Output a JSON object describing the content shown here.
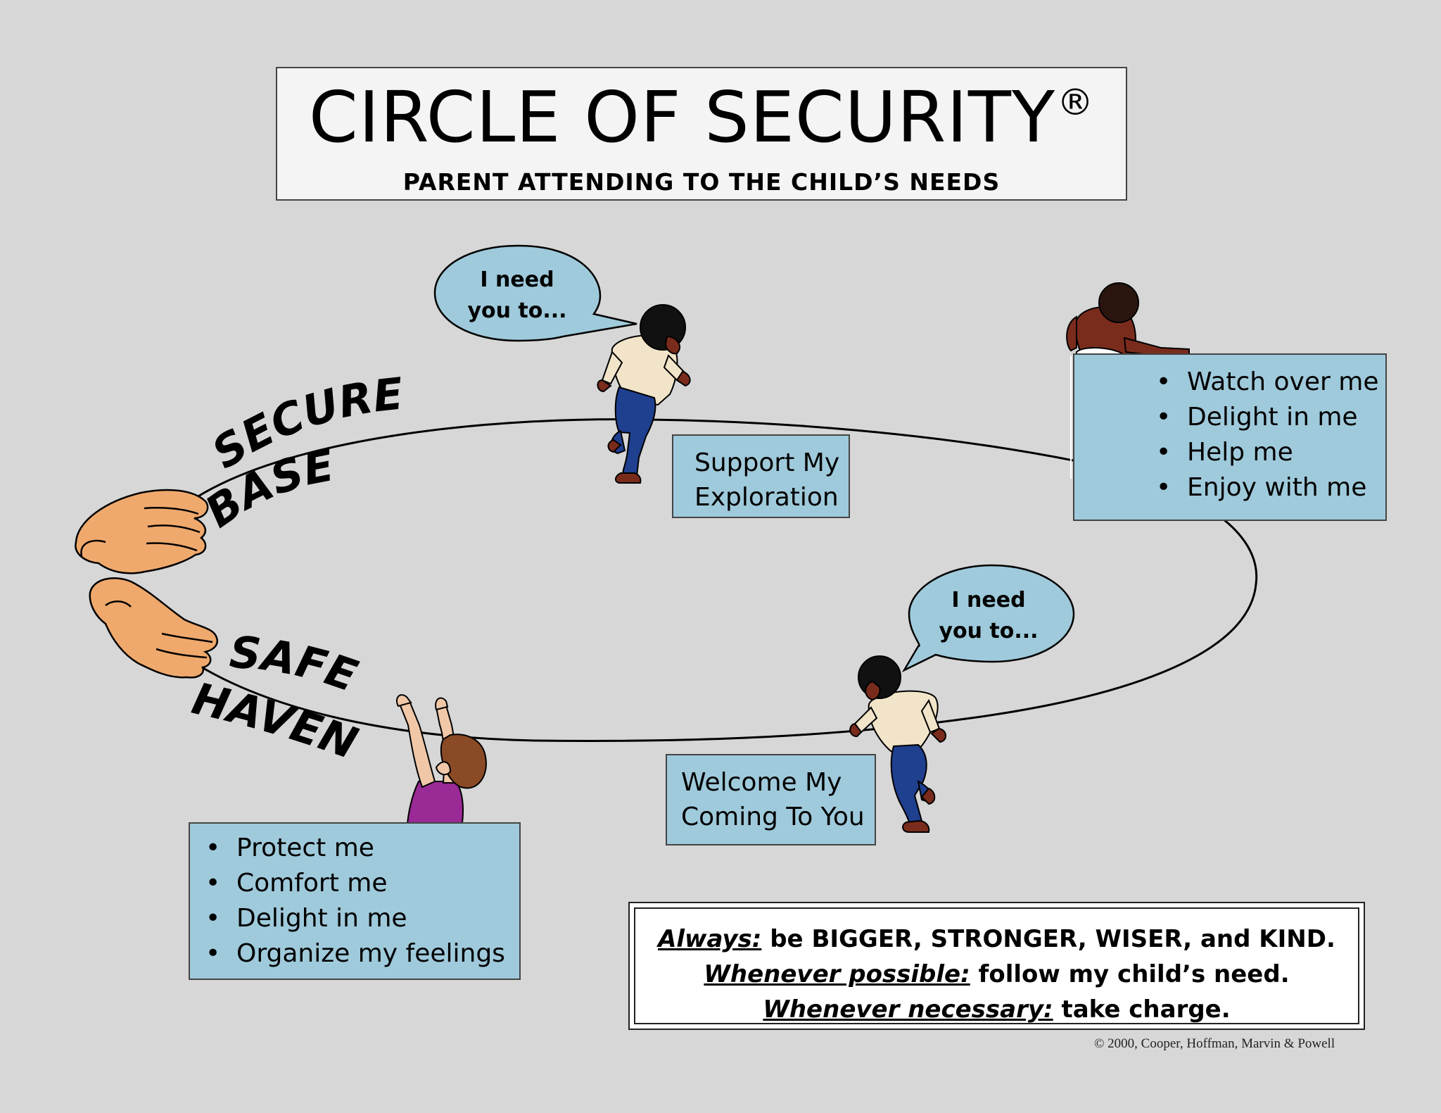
{
  "title": {
    "main": "CIRCLE OF SECURITY",
    "mark": "®",
    "subtitle": "PARENT ATTENDING TO THE CHILD’S NEEDS"
  },
  "labels": {
    "secure": "SECURE",
    "base": "BASE",
    "safe": "SAFE",
    "haven": "HAVEN"
  },
  "bubbles": {
    "top": {
      "line1": "I need",
      "line2": "you to..."
    },
    "bottom": {
      "line1": "I need",
      "line2": "you to..."
    }
  },
  "boxes": {
    "support": {
      "line1": "Support My",
      "line2": "Exploration"
    },
    "welcome": {
      "line1": "Welcome My",
      "line2": "Coming To You"
    },
    "watch_list": [
      "Watch over me",
      "Delight in me",
      "Help me",
      "Enjoy with me"
    ],
    "protect_list": [
      "Protect me",
      "Comfort me",
      "Delight in me",
      "Organize my feelings"
    ]
  },
  "rules": {
    "line1": {
      "em": "Always:",
      "rest": " be BIGGER, STRONGER, WISER, and KIND."
    },
    "line2": {
      "em": "Whenever possible:",
      "rest": " follow my child’s need."
    },
    "line3": {
      "em": "Whenever necessary:",
      "rest": " take charge."
    }
  },
  "copyright": "© 2000, Cooper, Hoffman, Marvin & Powell",
  "colors": {
    "background": "#d7d7d7",
    "box_blue": "#9fcadb",
    "hand": "#f0a96c",
    "jeans": "#1f3f8f",
    "shirt": "#f1e4c8",
    "purple_shirt": "#9a2a95",
    "skin_dark": "#7a2c1c"
  }
}
